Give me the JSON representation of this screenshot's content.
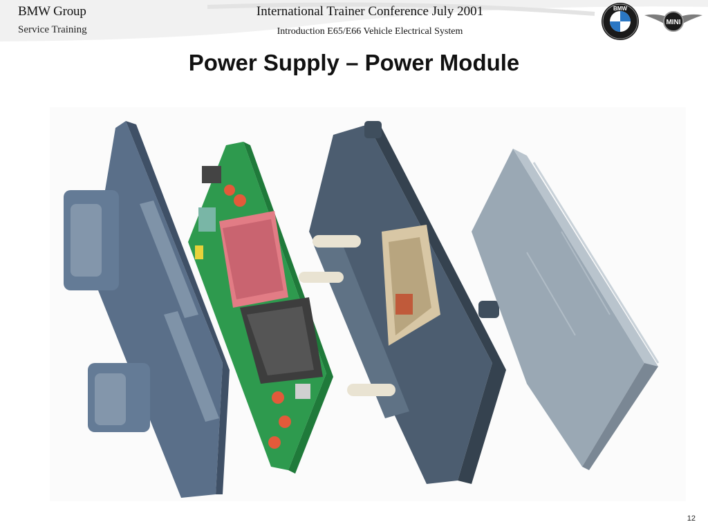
{
  "header": {
    "brand_title": "BMW Group",
    "brand_subtitle": "Service Training",
    "conference_title": "International Trainer Conference July 2001",
    "conference_subtitle": "Introduction E65/E66 Vehicle Electrical System",
    "bmw_logo_letters": "BMW",
    "mini_logo_text": "MINI"
  },
  "slide": {
    "title": "Power Supply – Power Module",
    "page_number": "12"
  },
  "illustration": {
    "description_parts": [
      "connector-housing",
      "circuit-board",
      "module-frame",
      "heat-sink"
    ]
  },
  "colors": {
    "housing": "#5f7590",
    "pcb": "#2e9a4e",
    "connector_pink": "#e27c85",
    "heatsink": "#9aa8b4"
  }
}
